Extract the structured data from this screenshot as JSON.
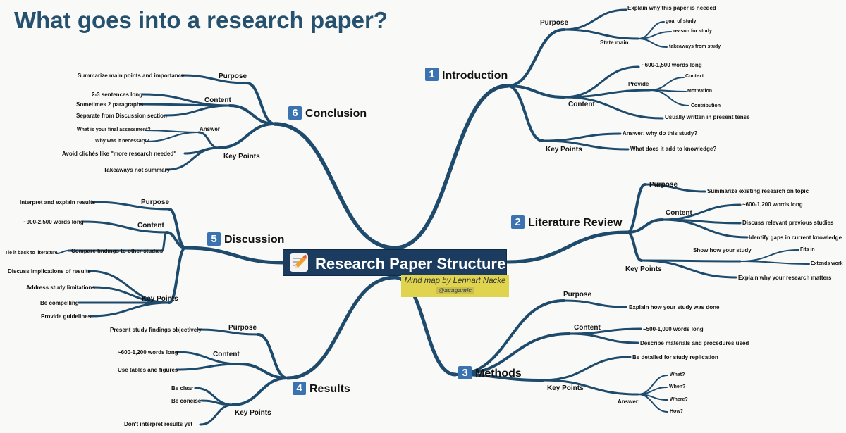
{
  "title": "What goes into a research paper?",
  "central_topic": {
    "label": "Research Paper Structure",
    "icon": "memo-icon"
  },
  "credit": {
    "text": "Mind map by Lennart Nacke",
    "handle": "@acagamic"
  },
  "colors": {
    "title": "#25506e",
    "branch": "#1e4a6c",
    "central_fill": "#1b3c5e",
    "number_badge": "#3a73b0",
    "credit_fill": "#e0d44f"
  },
  "sections": {
    "introduction": {
      "number": "1",
      "label": "Introduction",
      "purpose": {
        "label": "Purpose",
        "explain": "Explain why this paper is needed",
        "state_main": "State main",
        "state_main_items": [
          "goal of study",
          "reason for study",
          "takeaways from study"
        ]
      },
      "content": {
        "label": "Content",
        "length": "~600-1,500 words long",
        "provide": "Provide",
        "provide_items": [
          "Context",
          "Motivation",
          "Contribution"
        ],
        "tense": "Usually written in present tense"
      },
      "key_points": {
        "label": "Key Points",
        "items": [
          "Answer: why do this study?",
          "What does it add to knowledge?"
        ]
      }
    },
    "literature_review": {
      "number": "2",
      "label": "Literature Review",
      "purpose": {
        "label": "Purpose",
        "item": "Summarize existing research on topic"
      },
      "content": {
        "label": "Content",
        "items": [
          "~600-1,200 words long",
          "Discuss relevant previous studies",
          "Identify gaps in current knowledge"
        ]
      },
      "key_points": {
        "label": "Key Points",
        "show": "Show how your study",
        "show_items": [
          "Fits in",
          "Extends work"
        ],
        "matters": "Explain why your research matters"
      }
    },
    "methods": {
      "number": "3",
      "label": "Methods",
      "purpose": {
        "label": "Purpose",
        "item": "Explain how your study was done"
      },
      "content": {
        "label": "Content",
        "items": [
          "~500-1,000 words long",
          "Describe materials and procedures used"
        ]
      },
      "key_points": {
        "label": "Key Points",
        "detail": "Be detailed for study replication",
        "answer": "Answer:",
        "answer_items": [
          "What?",
          "When?",
          "Where?",
          "How?"
        ]
      }
    },
    "results": {
      "number": "4",
      "label": "Results",
      "purpose": {
        "label": "Purpose",
        "item": "Present study findings objectively"
      },
      "content": {
        "label": "Content",
        "items": [
          "~600-1,200 words long",
          "Use tables and figures"
        ]
      },
      "key_points": {
        "label": "Key Points",
        "items": [
          "Be clear",
          "Be concise",
          "Don't interpret results yet"
        ]
      }
    },
    "discussion": {
      "number": "5",
      "label": "Discussion",
      "purpose": {
        "label": "Purpose",
        "item": "Interpret and explain results"
      },
      "content": {
        "label": "Content",
        "items": [
          "~900-2,500 words long",
          "Compare findings to other studies"
        ],
        "tie_back": "Tie it back to literature"
      },
      "key_points": {
        "label": "Key Points",
        "items": [
          "Discuss implications of results",
          "Address study limitations",
          "Be compelling",
          "Provide guidelines"
        ]
      }
    },
    "conclusion": {
      "number": "6",
      "label": "Conclusion",
      "purpose": {
        "label": "Purpose",
        "item": "Summarize main points and importance"
      },
      "content": {
        "label": "Content",
        "items": [
          "2-3 sentences long",
          "Sometimes 2 paragraphs",
          "Separate from Discussion section"
        ]
      },
      "key_points": {
        "label": "Key Points",
        "answer": "Answer",
        "answer_items": [
          "What is your final assessment?",
          "Why was it necessary?"
        ],
        "items": [
          "Avoid clichés like \"more research needed\"",
          "Takeaways not summary"
        ]
      }
    }
  }
}
